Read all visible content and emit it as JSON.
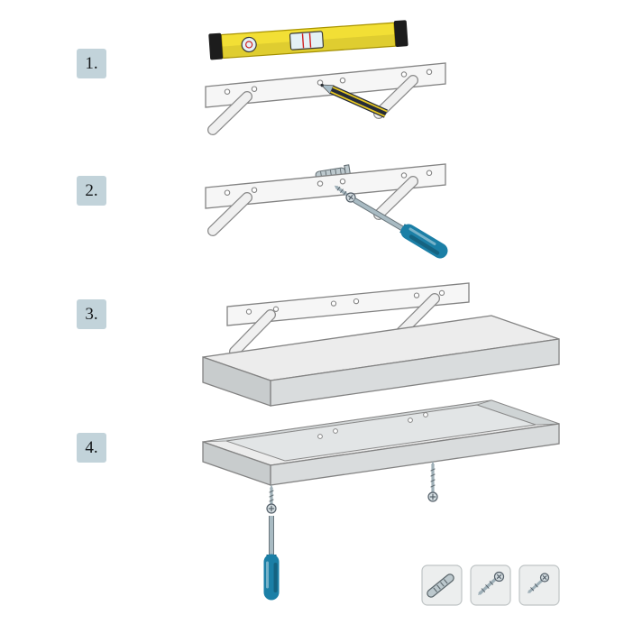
{
  "diagram": {
    "kind": "assembly-instruction-sheet",
    "subject": "floating-shelf-concealed-bracket-mounting",
    "background": "#ffffff"
  },
  "steps": [
    {
      "label": "1.",
      "figures": [
        "spirit-level",
        "mounting-rail",
        "support-rods",
        "pencil"
      ]
    },
    {
      "label": "2.",
      "figures": [
        "wall-anchor",
        "mounting-rail",
        "support-rods",
        "screw",
        "screwdriver"
      ]
    },
    {
      "label": "3.",
      "figures": [
        "mounting-rail",
        "support-rods",
        "shelf-board"
      ]
    },
    {
      "label": "4.",
      "figures": [
        "shelf-underside",
        "mounting-screws",
        "screwdriver"
      ]
    }
  ],
  "legend": {
    "items": [
      {
        "icon": "wall-anchor-icon"
      },
      {
        "icon": "long-screw-icon"
      },
      {
        "icon": "short-screw-icon"
      }
    ]
  },
  "colors": {
    "step_badge_bg": "#c2d3da",
    "step_badge_text": "#15181a",
    "level_yellow": "#f2df35",
    "level_cap_black": "#1c1c1c",
    "vial_blue": "#e4f1f6",
    "vial_mark_red": "#d02020",
    "handle_teal": "#1b7fa6",
    "ferrule_teal": "#15607f",
    "metal_gray": "#9fb0b8",
    "board_top": "#ececec",
    "board_front": "#d9dcdd",
    "board_end": "#c8cccd",
    "outline": "#838383"
  }
}
